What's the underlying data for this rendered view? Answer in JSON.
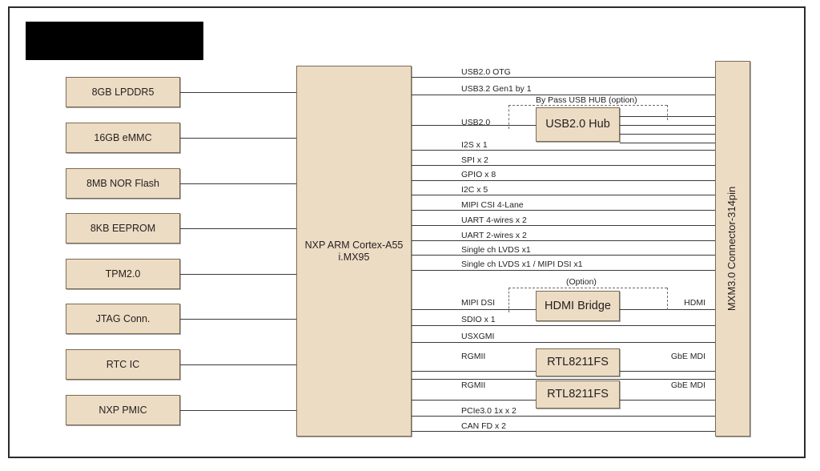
{
  "diagram": {
    "title_redacted": "",
    "soc": {
      "line1": "NXP ARM Cortex-A55",
      "line2": "i.MX95"
    },
    "connector": {
      "label": "MXM3.0 Connector-314pin"
    },
    "left_blocks": [
      {
        "label": "8GB LPDDR5"
      },
      {
        "label": "16GB eMMC"
      },
      {
        "label": "8MB NOR Flash"
      },
      {
        "label": "8KB EEPROM"
      },
      {
        "label": "TPM2.0"
      },
      {
        "label": "JTAG Conn."
      },
      {
        "label": "RTC IC"
      },
      {
        "label": "NXP PMIC"
      }
    ],
    "interfaces": [
      {
        "label": "USB2.0 OTG"
      },
      {
        "label": "USB3.2 Gen1 by 1"
      },
      {
        "label": "USB2.0"
      },
      {
        "label": "I2S x 1"
      },
      {
        "label": "SPI x 2"
      },
      {
        "label": "GPIO x 8"
      },
      {
        "label": "I2C x 5"
      },
      {
        "label": "MIPI CSI 4-Lane"
      },
      {
        "label": "UART 4-wires x 2"
      },
      {
        "label": "UART 2-wires x 2"
      },
      {
        "label": "Single ch LVDS x1"
      },
      {
        "label": "Single ch LVDS x1 / MIPI DSI x1"
      },
      {
        "label": "MIPI DSI"
      },
      {
        "label": "SDIO x 1"
      },
      {
        "label": "USXGMI"
      },
      {
        "label": "RGMII"
      },
      {
        "label": "RGMII"
      },
      {
        "label": "PCIe3.0 1x  x 2"
      },
      {
        "label": "CAN FD x 2"
      }
    ],
    "modules": [
      {
        "label": "USB2.0 Hub"
      },
      {
        "label": "HDMI Bridge"
      },
      {
        "label": "RTL8211FS"
      },
      {
        "label": "RTL8211FS"
      }
    ],
    "option_notes": [
      {
        "label": "By Pass USB HUB (option)"
      },
      {
        "label": "(Option)"
      }
    ],
    "output_labels": [
      {
        "label": "HDMI"
      },
      {
        "label": "GbE MDI"
      },
      {
        "label": "GbE MDI"
      }
    ],
    "colors": {
      "block_fill": "#EDDCC4",
      "block_border": "#7a6a52",
      "line": "#3a3a3a",
      "dashed": "#6b6b6b",
      "frame": "#2b2b2b",
      "text": "#231f20"
    }
  }
}
